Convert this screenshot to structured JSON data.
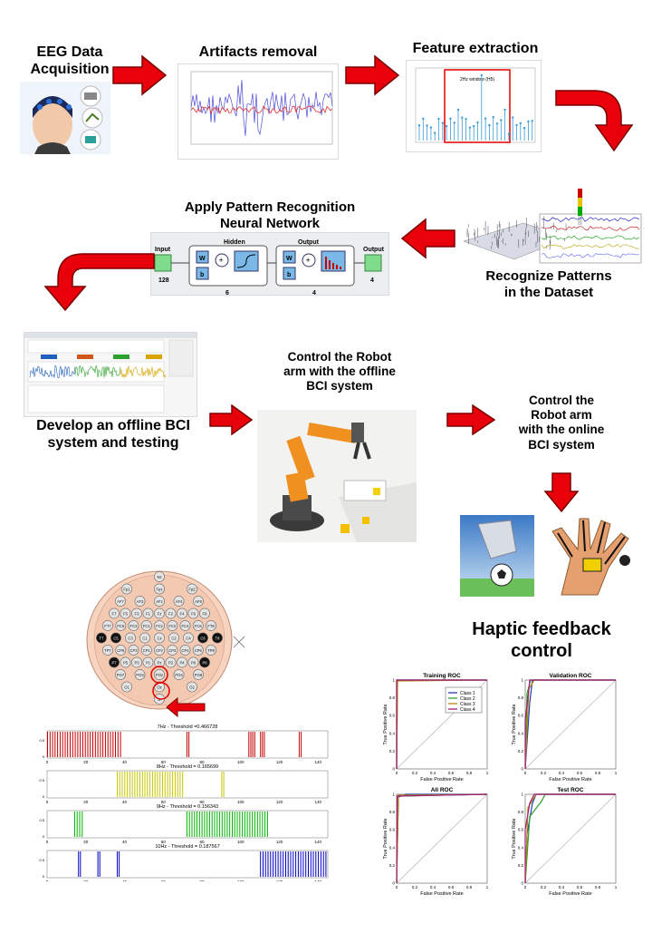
{
  "steps": {
    "eeg": "EEG Data Acquisition",
    "artifacts": "Artifacts removal",
    "features": "Feature extraction",
    "nn_line1": "Apply Pattern Recognition",
    "nn_line2": "Neural Network",
    "recognize_line1": "Recognize Patterns",
    "recognize_line2": "in the Dataset",
    "offline_line1": "Develop an offline BCI",
    "offline_line2": "system and testing",
    "robot_line1": "Control the Robot",
    "robot_line2": "arm with the offline",
    "robot_line3": "BCI system",
    "online_line1": "Control the",
    "online_line2": "Robot arm",
    "online_line3": "with the online",
    "online_line4": "BCI system",
    "haptic_line1": "Haptic feedback",
    "haptic_line2": "control"
  },
  "nn": {
    "input": "Input",
    "input_n": "128",
    "hidden": "Hidden",
    "hidden_n": "6",
    "output": "Output",
    "output_n": "4",
    "output2": "Output",
    "output2_n": "4",
    "w": "W",
    "b": "b"
  },
  "feature_plot": {
    "window_label": "2Hz window (H5)"
  },
  "spike_charts": [
    {
      "title": "7Hz - Threshold =0.466728",
      "color": "#c00000"
    },
    {
      "title": "8Hz - Threshold = 0.165699",
      "color": "#c8c800"
    },
    {
      "title": "9Hz - Threshold = 0.156343",
      "color": "#00b400"
    },
    {
      "title": "10Hz - Threshold = 0.187567",
      "color": "#0000c0"
    }
  ],
  "spike_ticks": [
    "0",
    "20",
    "40",
    "60",
    "80",
    "100",
    "120",
    "140"
  ],
  "roc_charts": [
    {
      "title": "Training ROC",
      "xlabel": "False Positive Rate",
      "ylabel": "True Positive Rate"
    },
    {
      "title": "Validation ROC",
      "xlabel": "False Positive Rate",
      "ylabel": "True Positive Rate"
    },
    {
      "title": "All ROC",
      "xlabel": "False Positive Rate",
      "ylabel": "True Positive Rate"
    },
    {
      "title": "Test ROC",
      "xlabel": "False Positive Rate",
      "ylabel": "True Positive Rate"
    }
  ],
  "roc_legend": [
    "Class 1",
    "Class 2",
    "Class 3",
    "Class 4"
  ],
  "roc_colors": [
    "#1f3fb0",
    "#2ca02c",
    "#b8860b",
    "#a01a7d"
  ],
  "roc_ticks": [
    "0",
    "0.2",
    "0.4",
    "0.6",
    "0.8",
    "1"
  ],
  "electrodes": [
    "Nz",
    "Fp1",
    "Fpz",
    "Fp2",
    "AF7",
    "AF3",
    "AFz",
    "AF4",
    "AF8",
    "F7",
    "F5",
    "F3",
    "F1",
    "Fz",
    "F2",
    "F4",
    "F6",
    "F8",
    "FT7",
    "FC5",
    "FC3",
    "FC1",
    "FCz",
    "FC2",
    "FC4",
    "FC6",
    "FT8",
    "T7",
    "C5",
    "C3",
    "C1",
    "Cz",
    "C2",
    "C4",
    "C6",
    "T8",
    "TP7",
    "CP5",
    "CP3",
    "CP1",
    "CPz",
    "CP2",
    "CP4",
    "CP6",
    "TP8",
    "P7",
    "P5",
    "P3",
    "P1",
    "Pz",
    "P2",
    "P4",
    "P6",
    "P8",
    "PO7",
    "PO3",
    "POz",
    "PO4",
    "PO8",
    "O1",
    "Oz",
    "O2",
    "Iz"
  ],
  "colors": {
    "arrow": "#e8000b",
    "arrow_edge": "#7a0000"
  }
}
